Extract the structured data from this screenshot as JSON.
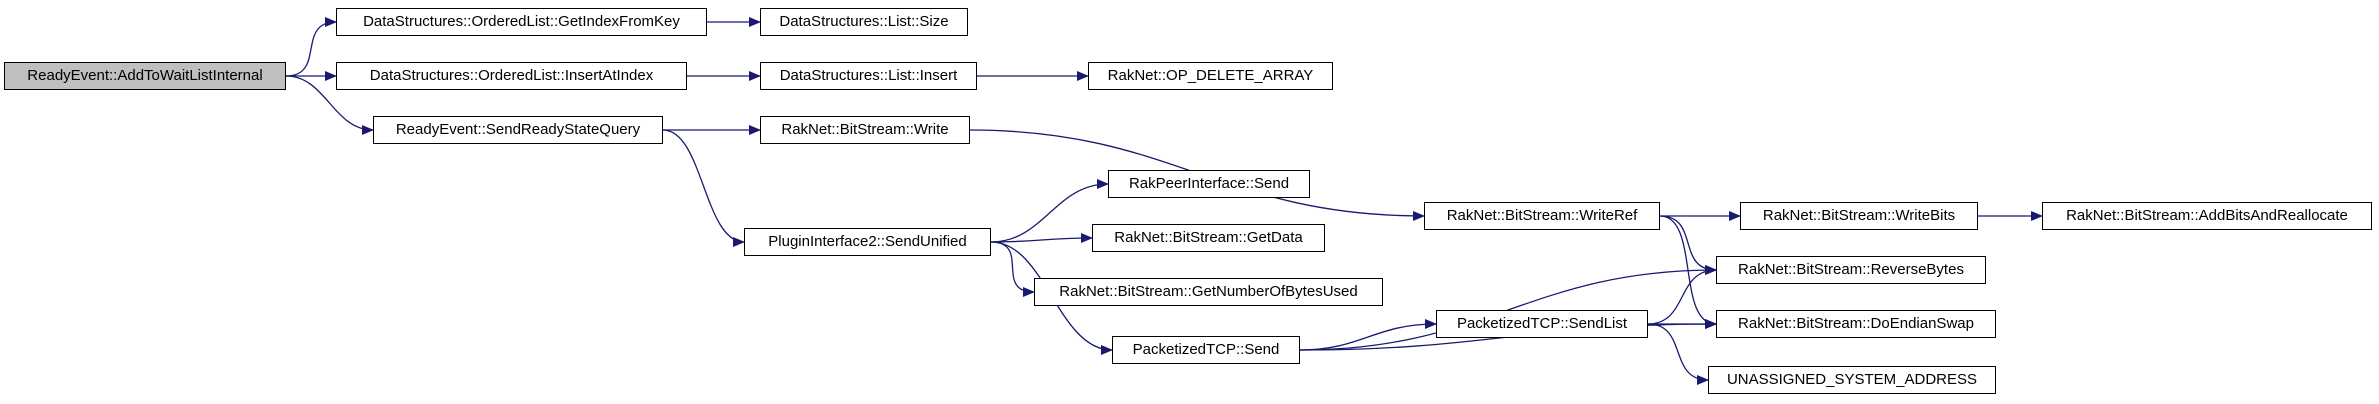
{
  "nodes": [
    {
      "id": "n0",
      "label": "ReadyEvent::AddToWaitListInternal",
      "root": true
    },
    {
      "id": "n1",
      "label": "DataStructures::OrderedList::GetIndexFromKey"
    },
    {
      "id": "n2",
      "label": "DataStructures::List::Size"
    },
    {
      "id": "n3",
      "label": "DataStructures::OrderedList::InsertAtIndex"
    },
    {
      "id": "n4",
      "label": "DataStructures::List::Insert"
    },
    {
      "id": "n5",
      "label": "RakNet::OP_DELETE_ARRAY"
    },
    {
      "id": "n6",
      "label": "ReadyEvent::SendReadyStateQuery"
    },
    {
      "id": "n7",
      "label": "RakNet::BitStream::Write"
    },
    {
      "id": "n8",
      "label": "RakNet::BitStream::WriteRef"
    },
    {
      "id": "n9",
      "label": "RakNet::BitStream::WriteBits"
    },
    {
      "id": "n10",
      "label": "RakNet::BitStream::AddBitsAndReallocate"
    },
    {
      "id": "n11",
      "label": "PluginInterface2::SendUnified"
    },
    {
      "id": "n12",
      "label": "RakPeerInterface::Send"
    },
    {
      "id": "n13",
      "label": "RakNet::BitStream::GetData"
    },
    {
      "id": "n14",
      "label": "RakNet::BitStream::GetNumberOfBytesUsed"
    },
    {
      "id": "n15",
      "label": "PacketizedTCP::Send"
    },
    {
      "id": "n16",
      "label": "PacketizedTCP::SendList"
    },
    {
      "id": "n17",
      "label": "RakNet::BitStream::ReverseBytes"
    },
    {
      "id": "n18",
      "label": "RakNet::BitStream::DoEndianSwap"
    },
    {
      "id": "n19",
      "label": "UNASSIGNED_SYSTEM_ADDRESS"
    }
  ],
  "edges": [
    {
      "from": "n0",
      "to": "n1"
    },
    {
      "from": "n0",
      "to": "n3"
    },
    {
      "from": "n0",
      "to": "n6"
    },
    {
      "from": "n1",
      "to": "n2"
    },
    {
      "from": "n3",
      "to": "n4"
    },
    {
      "from": "n4",
      "to": "n5"
    },
    {
      "from": "n6",
      "to": "n7"
    },
    {
      "from": "n6",
      "to": "n11"
    },
    {
      "from": "n7",
      "to": "n8"
    },
    {
      "from": "n8",
      "to": "n9"
    },
    {
      "from": "n8",
      "to": "n17"
    },
    {
      "from": "n8",
      "to": "n18"
    },
    {
      "from": "n9",
      "to": "n10"
    },
    {
      "from": "n11",
      "to": "n12"
    },
    {
      "from": "n11",
      "to": "n13"
    },
    {
      "from": "n11",
      "to": "n14"
    },
    {
      "from": "n11",
      "to": "n15"
    },
    {
      "from": "n15",
      "to": "n16"
    },
    {
      "from": "n15",
      "to": "n17"
    },
    {
      "from": "n15",
      "to": "n18"
    },
    {
      "from": "n16",
      "to": "n17"
    },
    {
      "from": "n16",
      "to": "n18"
    },
    {
      "from": "n16",
      "to": "n19"
    }
  ],
  "colors": {
    "edge": "#191970",
    "node_border": "#000000",
    "root_fill": "#bfbfbf",
    "node_fill": "#ffffff"
  }
}
